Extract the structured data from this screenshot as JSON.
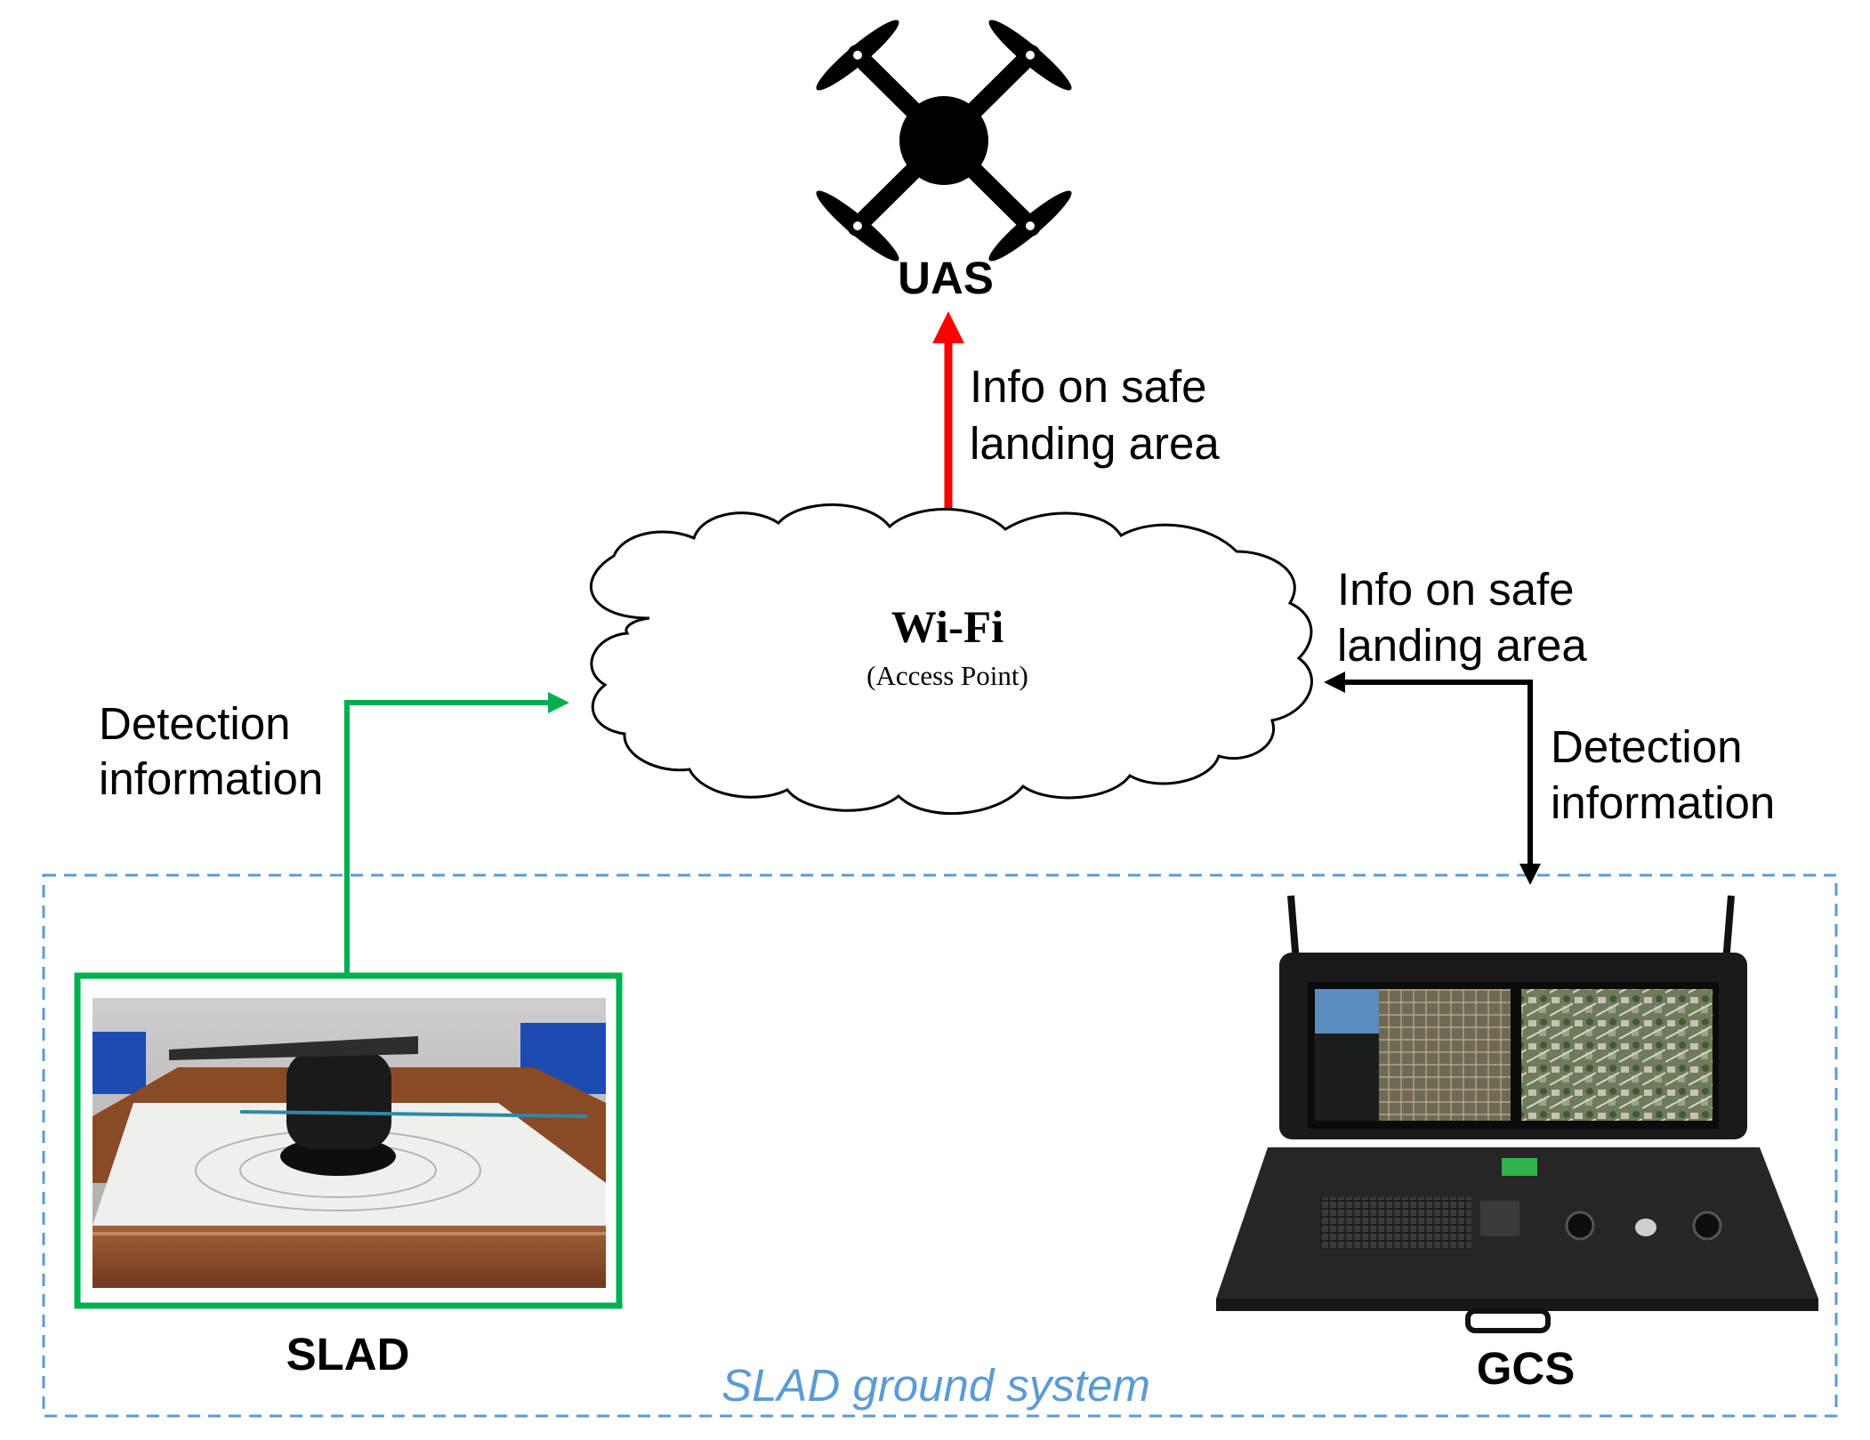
{
  "nodes": {
    "uas": {
      "label": "UAS",
      "icon": "quadcopter-drone-icon"
    },
    "wifi": {
      "title": "Wi-Fi",
      "subtitle": "(Access Point)"
    },
    "slad": {
      "label": "SLAD",
      "image": "slad-device-photo",
      "frame_color": "#00b050"
    },
    "gcs": {
      "label": "GCS",
      "image": "ground-control-station-photo"
    }
  },
  "group": {
    "label": "SLAD ground system",
    "color": "#5b9bd5"
  },
  "edges": {
    "wifi_to_uas": {
      "line1": "Info on safe",
      "line2": "landing area",
      "color": "#ff0000"
    },
    "slad_to_wifi": {
      "line1": "Detection",
      "line2": "information",
      "color": "#00b050"
    },
    "wifi_to_gcs": {
      "line1": "Info on safe",
      "line2": "landing area",
      "color": "#000000"
    },
    "gcs_to_wifi": {
      "line1": "Detection",
      "line2": "information",
      "color": "#000000"
    }
  }
}
